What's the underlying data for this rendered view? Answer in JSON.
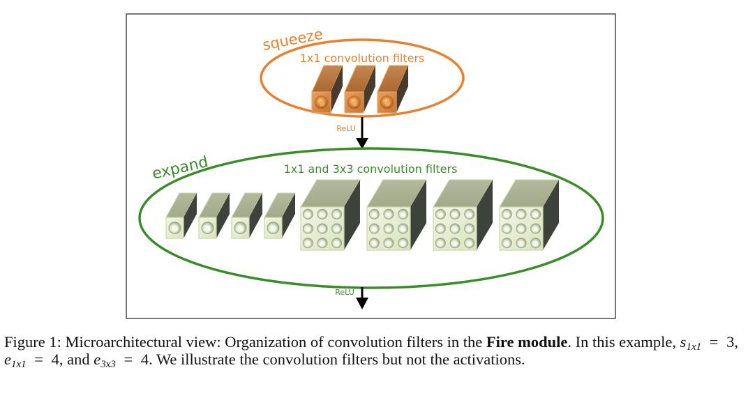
{
  "diagram": {
    "colors": {
      "squeeze": "#E8812F",
      "expand": "#3A8C2A",
      "arrow": "#000000",
      "frame": "#555555",
      "squeeze_filter_front": "#D98A45",
      "squeeze_filter_top": "#B8773F",
      "squeeze_filter_side": "#4A3A2E",
      "expand_filter_front": "#E6EDD3",
      "expand_filter_top": "#AEB496",
      "expand_filter_side": "#3D423A",
      "expand_filter_edge": "#C9D7A6"
    },
    "squeeze": {
      "label": "squeeze",
      "sublabel": "1x1 convolution filters",
      "filter_count": 3,
      "filter_kernel": "1x1",
      "activation": "ReLU"
    },
    "expand": {
      "label": "expand",
      "sublabel": "1x1 and 3x3 convolution filters",
      "filters_1x1_count": 4,
      "filters_3x3_count": 4,
      "activation": "ReLU"
    }
  },
  "caption": {
    "prefix": "Figure 1: Microarchitectural view: Organization of convolution filters in the ",
    "bold": "Fire module",
    "after_bold": ". In this example, ",
    "s_var": "s",
    "s_sub": "1x1",
    "s_val": "3",
    "e1_var": "e",
    "e1_sub": "1x1",
    "e1_val": "4",
    "e3_var": "e",
    "e3_sub": "3x3",
    "e3_val": "4",
    "and_word": "and",
    "suffix": ". We illustrate the convolution filters but not the activations."
  }
}
